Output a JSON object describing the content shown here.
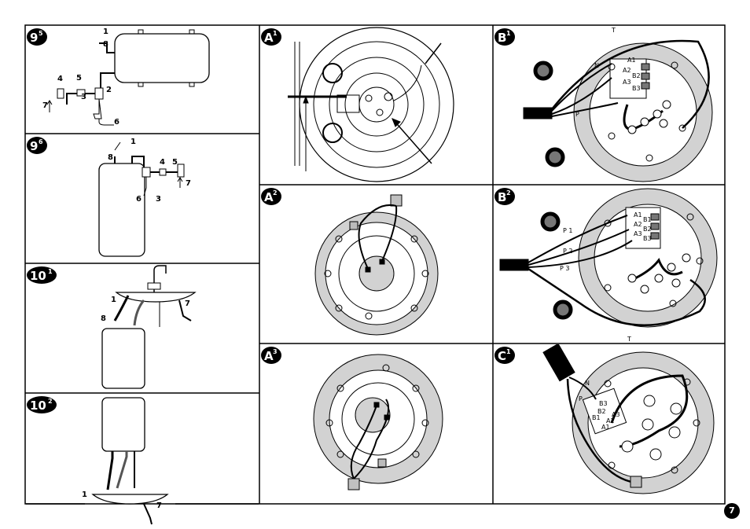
{
  "figures": {
    "f95": {
      "badge_main": "9",
      "badge_sup": "5",
      "labels": [
        "1",
        "8",
        "4",
        "5",
        "2",
        "3",
        "7",
        "6"
      ]
    },
    "f96": {
      "badge_main": "9",
      "badge_sup": "6",
      "labels": [
        "1",
        "8",
        "4",
        "5",
        "7",
        "6",
        "3"
      ]
    },
    "f101": {
      "badge_main": "10",
      "badge_sup": "1",
      "labels": [
        "1",
        "7",
        "8"
      ]
    },
    "f102": {
      "badge_main": "10",
      "badge_sup": "2",
      "labels": [
        "1",
        "7"
      ]
    },
    "A1": {
      "badge_main": "A",
      "badge_sup": "1"
    },
    "A2": {
      "badge_main": "A",
      "badge_sup": "2"
    },
    "A3": {
      "badge_main": "A",
      "badge_sup": "3"
    },
    "B1": {
      "badge_main": "B",
      "badge_sup": "1",
      "wire_labels": [
        "T",
        "N",
        "P"
      ],
      "terminal_labels": [
        "A1",
        "A2",
        "B2",
        "A3",
        "B3"
      ]
    },
    "B2": {
      "badge_main": "B",
      "badge_sup": "2",
      "wire_labels": [
        "P 1",
        "P 2",
        "P 3",
        "T"
      ],
      "terminal_labels": [
        "A1",
        "B1",
        "A2",
        "B2",
        "A3",
        "B3"
      ]
    },
    "C1": {
      "badge_main": "C",
      "badge_sup": "1",
      "wire_labels": [
        "N",
        "P"
      ],
      "terminal_labels": [
        "B3",
        "B2",
        "B1",
        "A3",
        "A2",
        "A1"
      ]
    }
  },
  "page_number": "7"
}
